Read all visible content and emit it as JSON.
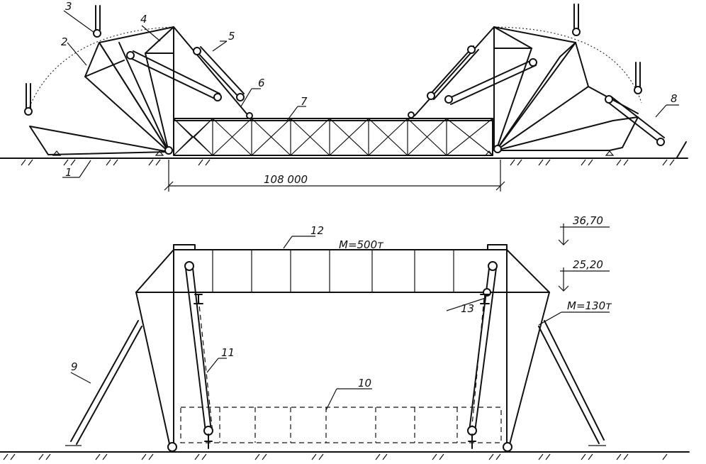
{
  "labels": {
    "n1": "1",
    "n2": "2",
    "n3": "3",
    "n4": "4",
    "n5": "5",
    "n6": "6",
    "n7": "7",
    "n8": "8",
    "n9": "9",
    "n10": "10",
    "n11": "11",
    "n12": "12",
    "n13": "13"
  },
  "dimension": "108 000",
  "mass_top": "М=500т",
  "mass_side": "М=130т",
  "elev_upper": "36,70",
  "elev_lower": "25,20"
}
